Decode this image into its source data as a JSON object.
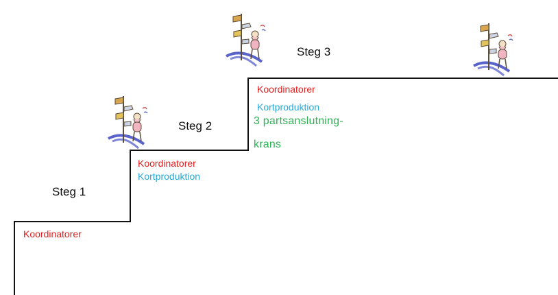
{
  "colors": {
    "stairs": "#111111",
    "coordinators": "#e21c1c",
    "card_production": "#27a9d6",
    "partnership": "#2db354"
  },
  "steps": [
    {
      "label": "Steg 1",
      "items": [
        "Koordinatorer"
      ]
    },
    {
      "label": "Steg 2",
      "items": [
        "Koordinatorer",
        "Kortproduktion"
      ]
    },
    {
      "label": "Steg 3",
      "items": [
        "Koordinatorer",
        "Kortproduktion",
        "3 partsanslutning-",
        "krans"
      ]
    }
  ],
  "icons": [
    "signpost-figure-icon",
    "signpost-figure-icon",
    "signpost-figure-icon"
  ]
}
